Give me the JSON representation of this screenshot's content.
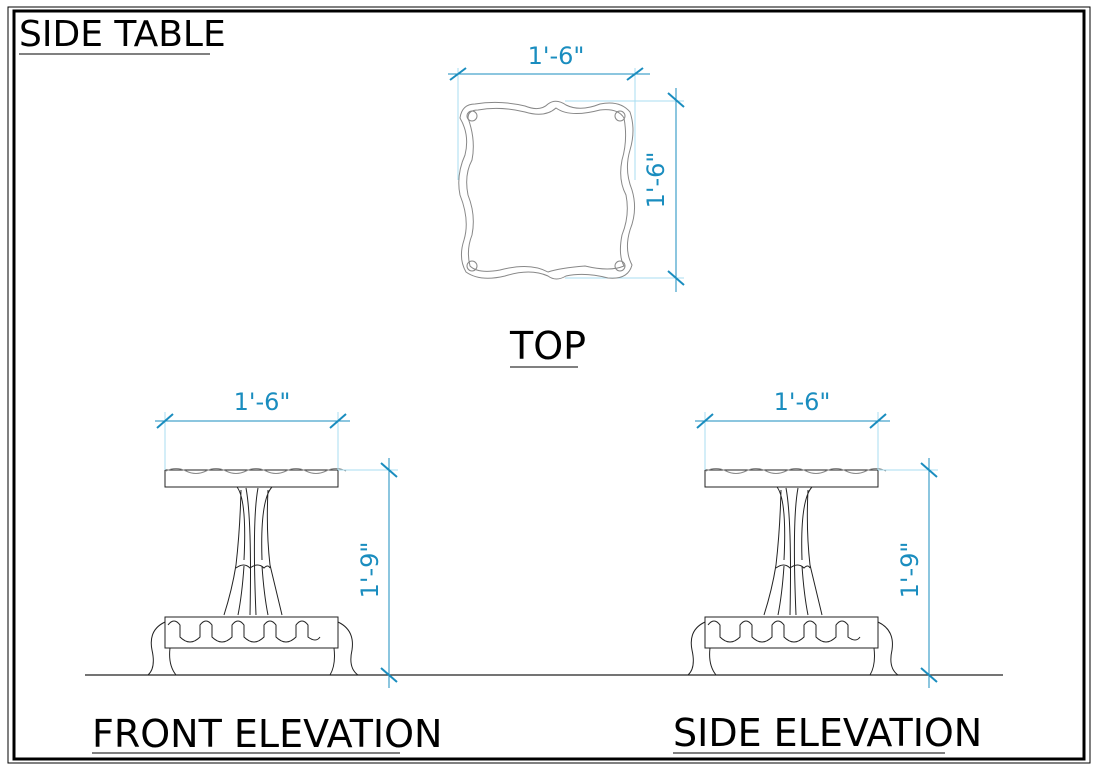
{
  "title": "SIDE TABLE",
  "views": {
    "top": {
      "label": "TOP",
      "width_dim": "1'-6\"",
      "depth_dim": "1'-6\""
    },
    "front": {
      "label": "FRONT ELEVATION",
      "width_dim": "1'-6\"",
      "height_dim": "1'-9\""
    },
    "side": {
      "label": "SIDE ELEVATION",
      "width_dim": "1'-6\"",
      "height_dim": "1'-9\""
    }
  },
  "colors": {
    "dimension": "#1a8dbf",
    "extension": "#a8def0",
    "line": "#000000"
  }
}
